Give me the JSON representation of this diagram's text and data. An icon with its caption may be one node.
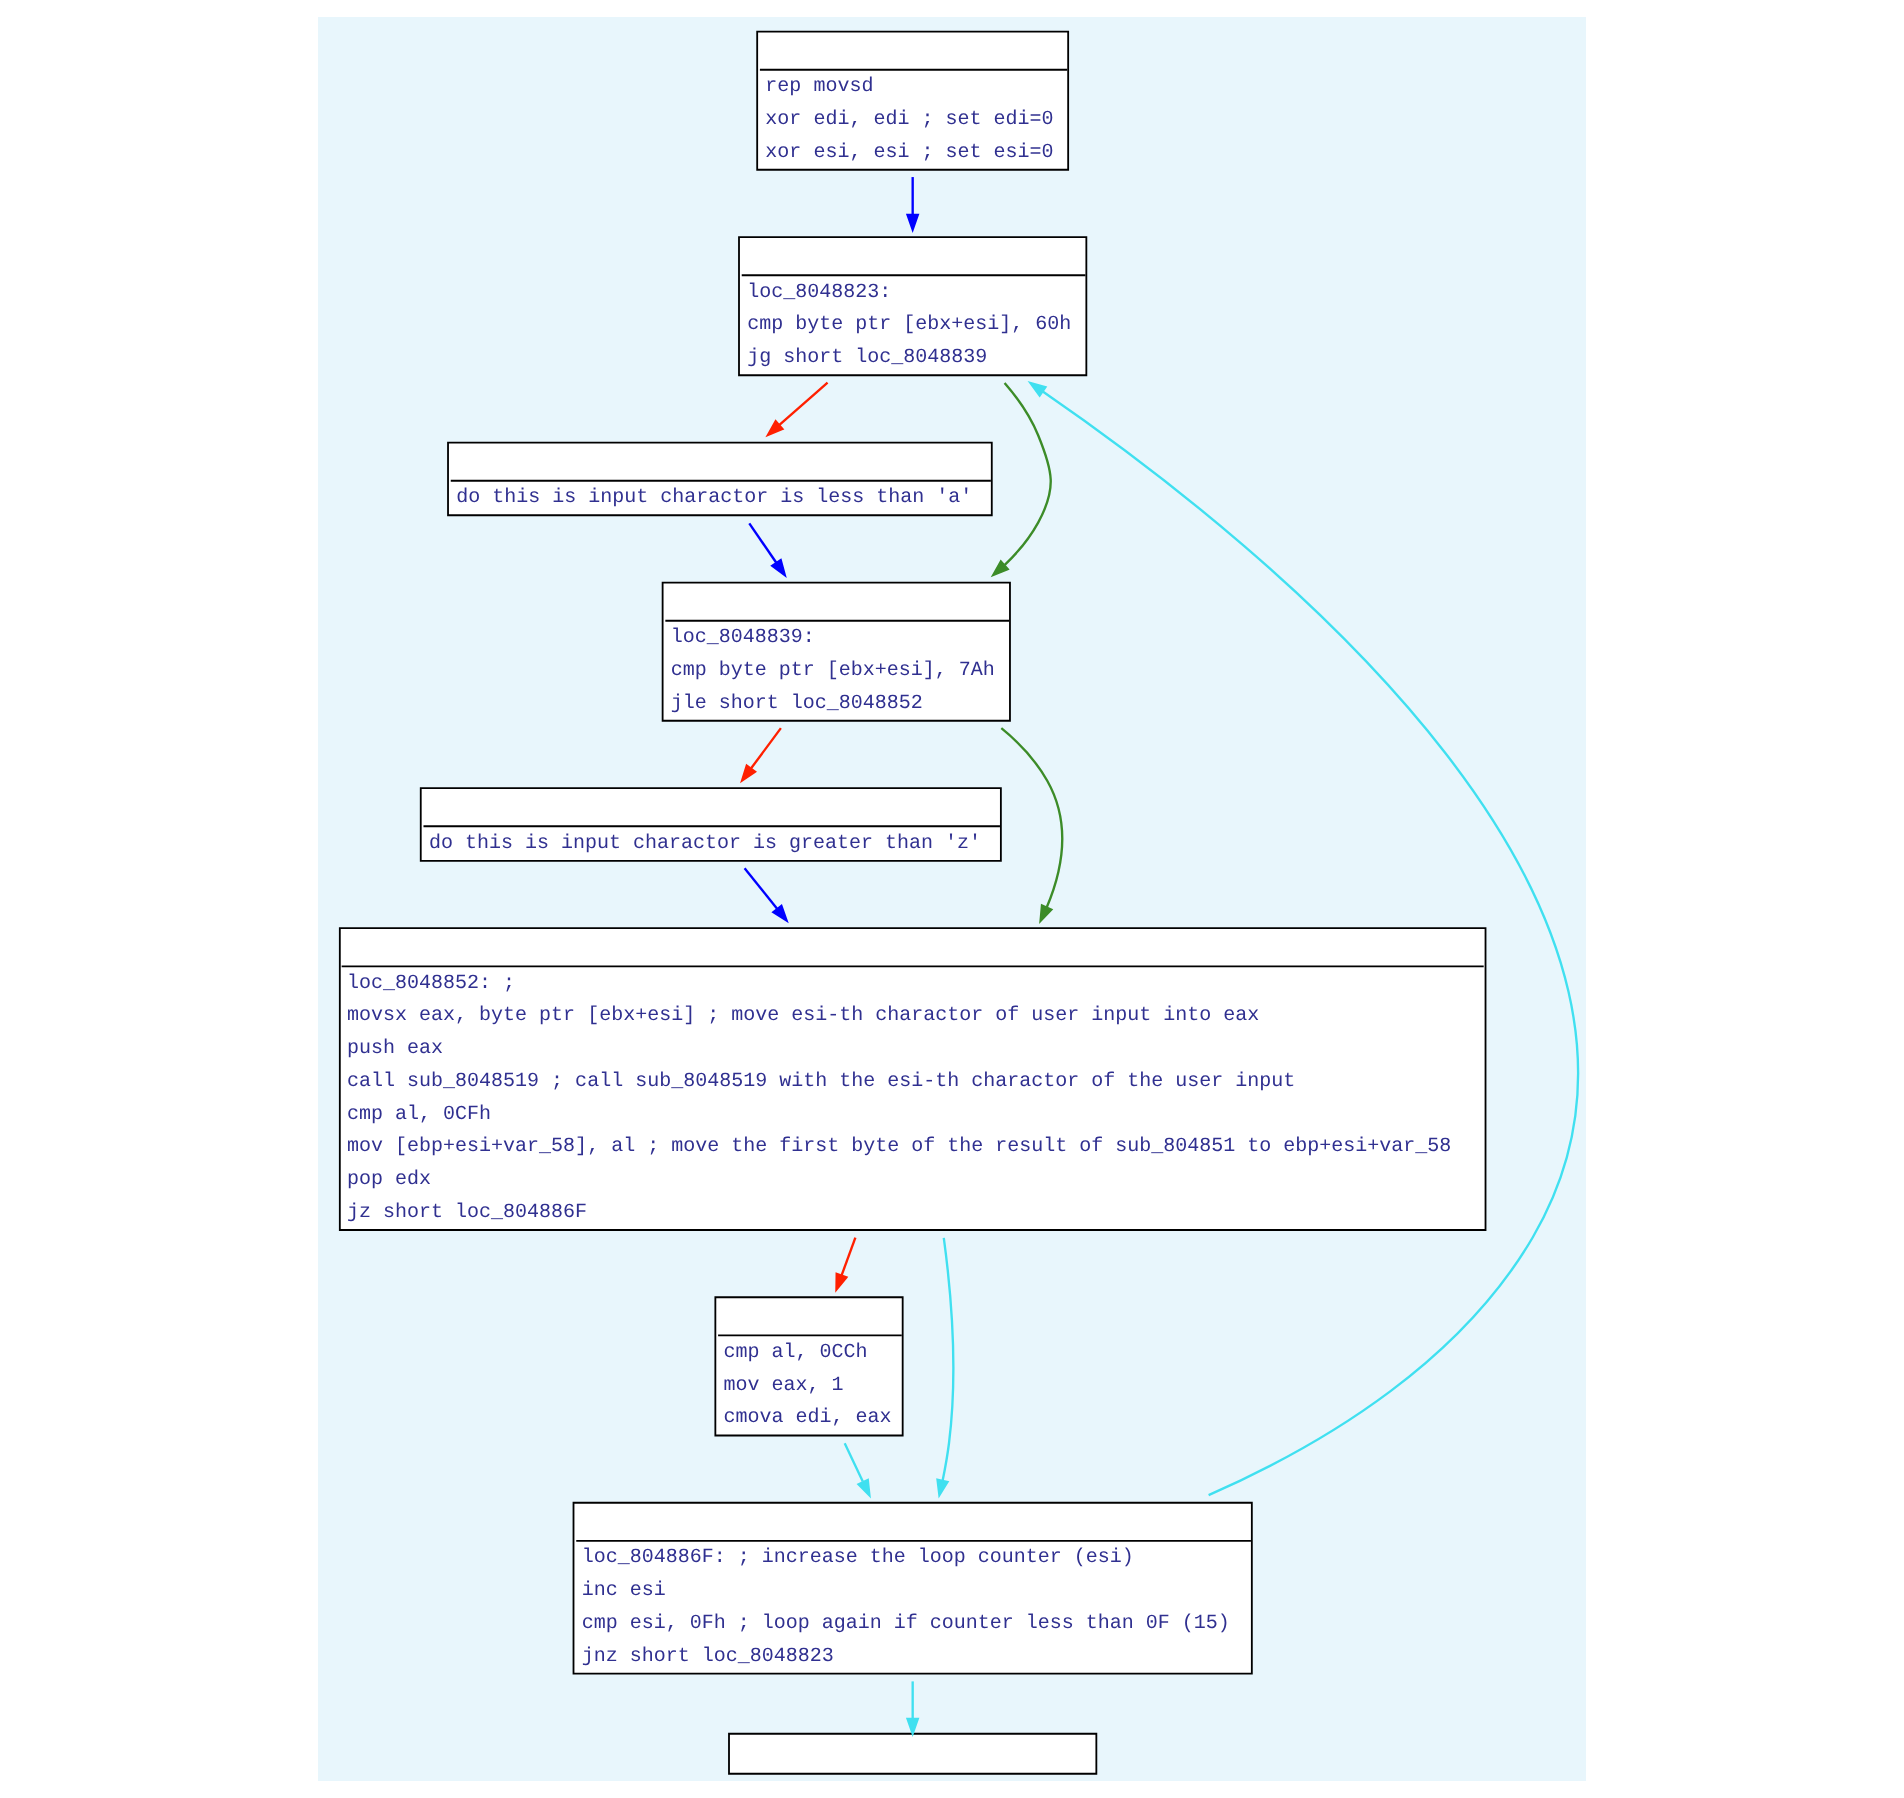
{
  "diagram": {
    "nodes": [
      {
        "text": [
          "rep movsd",
          "xor edi, edi ; set edi=0",
          "xor esi, esi ; set esi=0"
        ]
      },
      {
        "text": [
          "loc_8048823:",
          "cmp byte ptr [ebx+esi], 60h",
          "jg short loc_8048839"
        ]
      },
      {
        "text": [
          "do this is input charactor is less than 'a'"
        ]
      },
      {
        "text": [
          "loc_8048839:",
          "cmp byte ptr [ebx+esi], 7Ah",
          "jle short loc_8048852"
        ]
      },
      {
        "text": [
          "do this is input charactor is greater than 'z'"
        ]
      },
      {
        "text": [
          "loc_8048852: ;",
          "movsx eax, byte ptr [ebx+esi] ; move esi-th charactor of user input into eax",
          "push eax",
          "call sub_8048519 ; call sub_8048519 with the esi-th charactor of the user input",
          "cmp al, 0CFh",
          "mov [ebp+esi+var_58], al ; move the first byte of the result of sub_804851 to ebp+esi+var_58",
          "pop edx",
          "jz short loc_804886F"
        ]
      },
      {
        "text": [
          "cmp al, 0CCh",
          "mov eax, 1",
          "cmova edi, eax"
        ]
      },
      {
        "text": [
          "loc_804886F: ; increase the loop counter (esi)",
          "inc esi",
          "cmp esi, 0Fh ; loop again if counter less than 0F (15)",
          "jnz short loc_8048823"
        ]
      },
      {
        "text": [],
        "shape": "box"
      }
    ],
    "edges": [
      {
        "from": 0,
        "to": 1,
        "arrow": "to",
        "color": "#0000ff"
      },
      {
        "from": 7,
        "to": 1,
        "arrow": "to"
      },
      {
        "from": 1,
        "to": 2,
        "arrow": "to",
        "color": "#ff2000"
      },
      {
        "from": 1,
        "to": 3,
        "arrow": "to",
        "color": "#3c8c28"
      },
      {
        "from": 2,
        "to": 3,
        "arrow": "to",
        "color": "#0000ff"
      },
      {
        "from": 3,
        "to": 4,
        "arrow": "to",
        "color": "#ff2000"
      },
      {
        "from": 3,
        "to": 5,
        "arrow": "to",
        "color": "#3c8c28"
      },
      {
        "from": 4,
        "to": 5,
        "arrow": "to",
        "color": "#0000ff"
      },
      {
        "from": 5,
        "to": 6,
        "arrow": "to",
        "color": "#ff2000"
      },
      {
        "from": 5,
        "to": 7,
        "arrow": "to"
      },
      {
        "from": 6,
        "to": 7,
        "arrow": "to"
      },
      {
        "from": 7,
        "to": 8,
        "arrow": "to"
      }
    ]
  }
}
